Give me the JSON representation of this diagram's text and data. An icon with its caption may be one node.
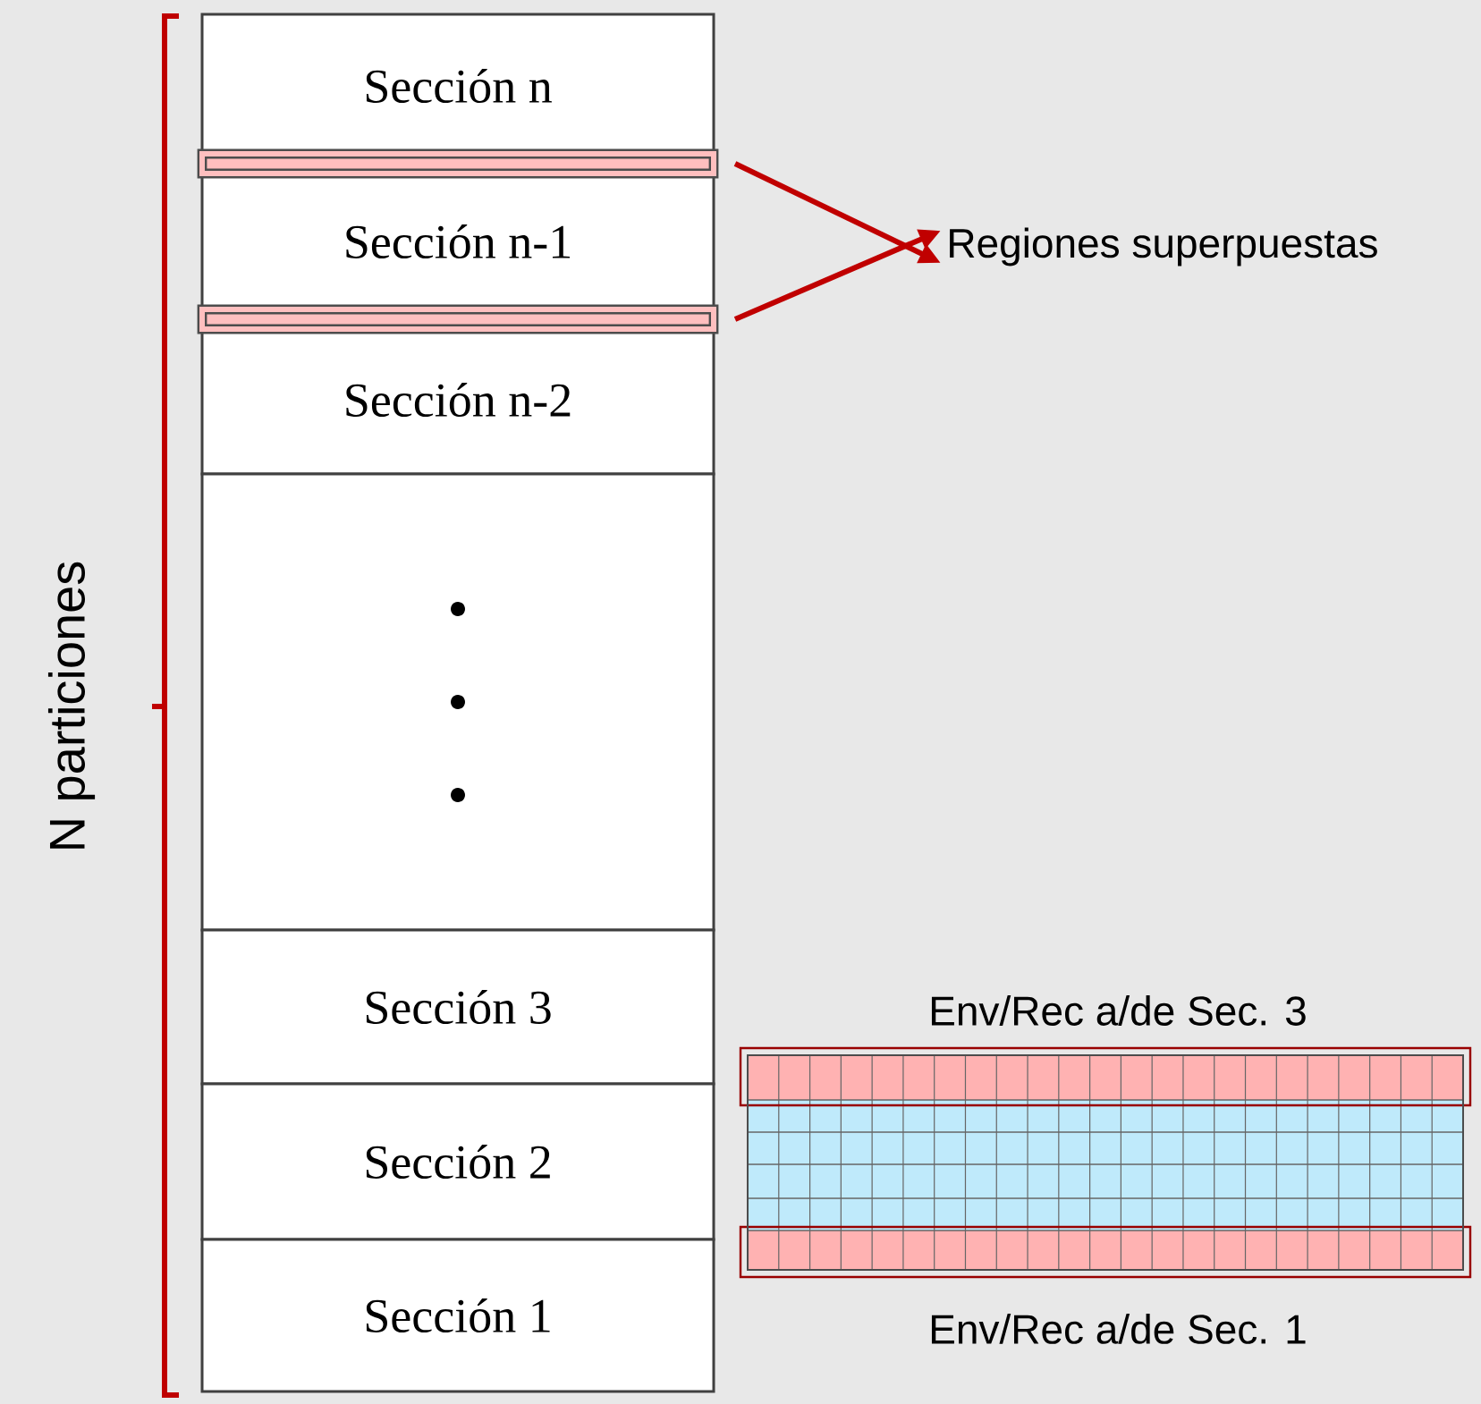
{
  "diagram": {
    "nodes": [
      {
        "text": [
          "Sección n"
        ]
      },
      {
        "text": [
          "Sección n-1"
        ]
      },
      {
        "text": [
          "Sección n-2"
        ]
      },
      {
        "text": [],
        "shape": "box"
      },
      {
        "text": [
          "Sección 3"
        ]
      },
      {
        "text": [
          "Sección 2"
        ]
      },
      {
        "text": [
          "Sección 1"
        ]
      },
      {
        "text": [
          "Regiones superpuestas"
        ]
      },
      {
        "text": [],
        "shape": "bar"
      },
      {
        "text": [],
        "shape": "bar"
      }
    ],
    "edges": [
      {
        "from": 8,
        "to": 7,
        "arrow": "to",
        "color": "#c00000"
      },
      {
        "from": 9,
        "to": 7,
        "arrow": "to",
        "color": "#c00000"
      }
    ],
    "labels": [
      "N particiones",
      "Env/Rec a/de Sec. 3",
      "Env/Rec a/de Sec. 1"
    ]
  }
}
